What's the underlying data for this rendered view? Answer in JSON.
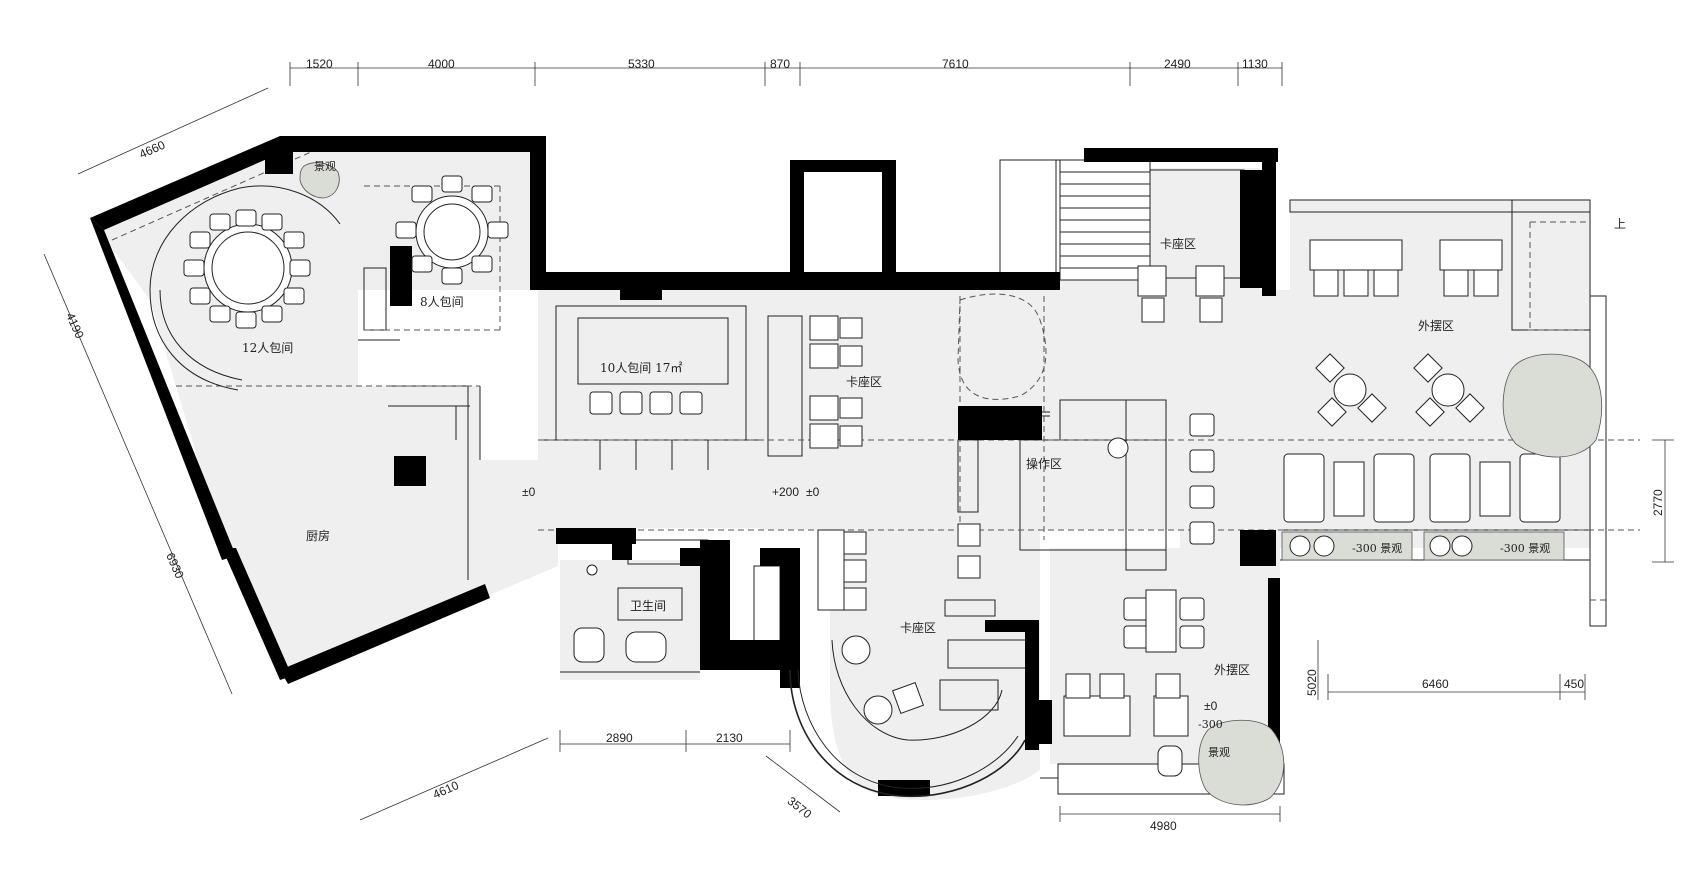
{
  "rooms": {
    "room_12": "12人包间",
    "room_8": "8人包间",
    "room_10": "10人包间  17㎡",
    "kitchen": "厨房",
    "toilet": "卫生间",
    "operation": "操作区",
    "booth_top": "卡座区",
    "booth_mid": "卡座区",
    "booth_bottom": "卡座区",
    "outdoor_top": "外摆区",
    "outdoor_bottom": "外摆区",
    "landscape_top": "景观",
    "landscape_1": "-300 景观",
    "landscape_2": "-300 景观",
    "landscape_bottom": "-300",
    "landscape_bottom_2": "景观"
  },
  "levels": {
    "lv_left": "±0",
    "lv_mid": "+200",
    "lv_mid2": "±0",
    "lv_bottom": "±0",
    "up": "上"
  },
  "dimensions": {
    "top": [
      "1520",
      "4000",
      "5330",
      "870",
      "7610",
      "2490",
      "1130"
    ],
    "top_left_diag": "4660",
    "left_diag_1": "4190",
    "left_diag_2": "6930",
    "bottom_left_diag": "4610",
    "bottom_1": "2890",
    "bottom_2": "2130",
    "arc": "3570",
    "bottom_right": "4980",
    "right_1": "2770",
    "right_2": "5020",
    "right_3": "6460",
    "right_4": "450"
  }
}
